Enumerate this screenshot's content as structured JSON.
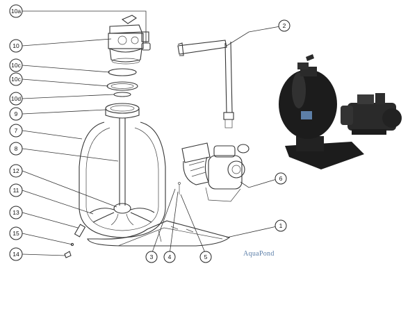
{
  "brand": "AquaPond",
  "callouts": [
    {
      "id": "10a",
      "label": "10a"
    },
    {
      "id": "10",
      "label": "10"
    },
    {
      "id": "10c_upper",
      "label": "10c"
    },
    {
      "id": "10c_lower",
      "label": "10c"
    },
    {
      "id": "10d",
      "label": "10d"
    },
    {
      "id": "9",
      "label": "9"
    },
    {
      "id": "7",
      "label": "7"
    },
    {
      "id": "8",
      "label": "8"
    },
    {
      "id": "12",
      "label": "12"
    },
    {
      "id": "11",
      "label": "11"
    },
    {
      "id": "13",
      "label": "13"
    },
    {
      "id": "15",
      "label": "15"
    },
    {
      "id": "14",
      "label": "14"
    },
    {
      "id": "2",
      "label": "2"
    },
    {
      "id": "6",
      "label": "6"
    },
    {
      "id": "1",
      "label": "1"
    },
    {
      "id": "3",
      "label": "3"
    },
    {
      "id": "4",
      "label": "4"
    },
    {
      "id": "5",
      "label": "5"
    }
  ],
  "colors": {
    "line": "#333333",
    "tank_photo": "#1c1c1c",
    "pump_photo": "#2a2a2a",
    "brand": "#5b7ea8"
  }
}
